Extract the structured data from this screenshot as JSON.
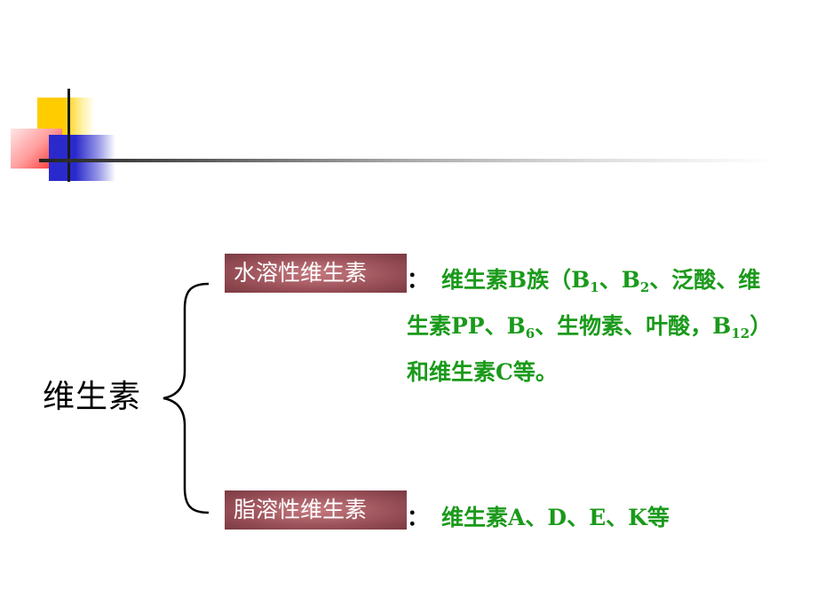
{
  "slide": {
    "root_label": "维生素",
    "branches": [
      {
        "tag": "水溶性维生素",
        "colon": "：",
        "desc_parts": {
          "p1": "维生素B族（B",
          "s1": "1",
          "p2": "、B",
          "s2": "2",
          "p3": "、泛酸、维生素PP、B",
          "s3": "6",
          "p4": "、生物素、叶酸，B",
          "s4": "12",
          "p5": "）和维生素C等。"
        }
      },
      {
        "tag": "脂溶性维生素",
        "colon": "：",
        "desc": "维生素A、D、E、K等"
      }
    ]
  },
  "colors": {
    "tag_bg": "#9a5058",
    "desc_text": "#1a9a1a",
    "accent_yellow": "#ffcc00",
    "accent_red": "#ff2020",
    "accent_blue": "#2a2acc"
  }
}
